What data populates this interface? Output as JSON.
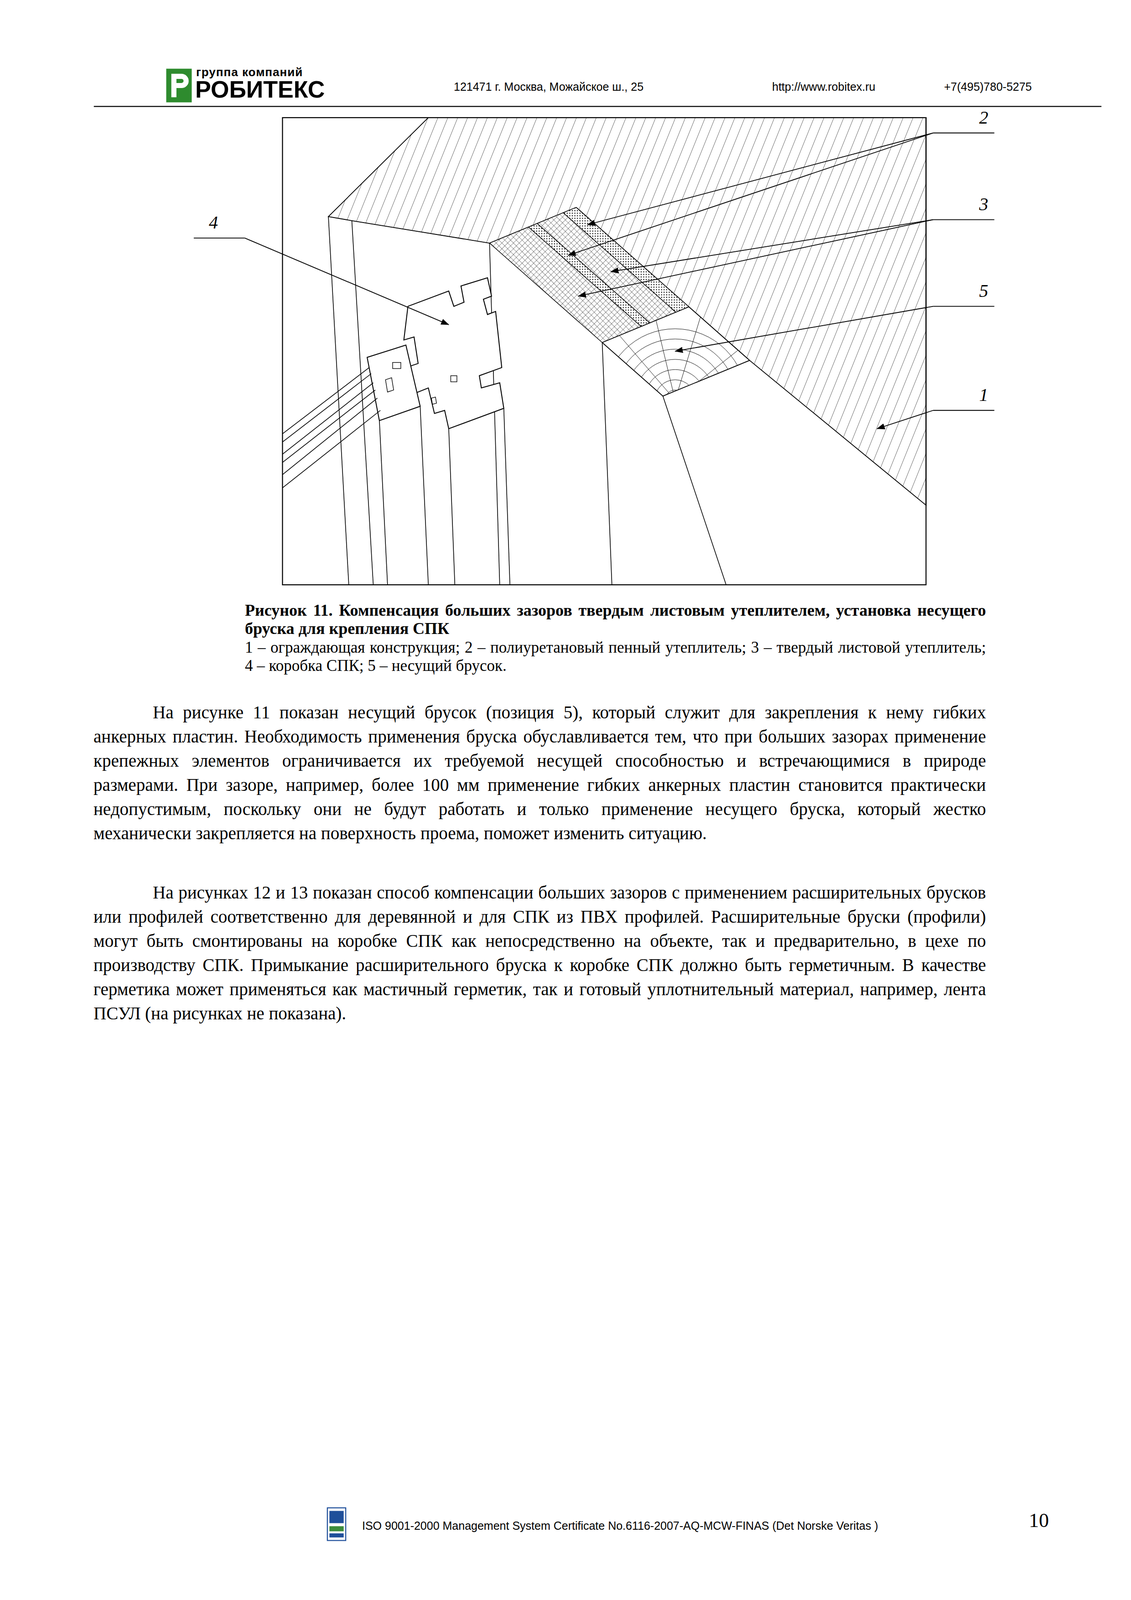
{
  "diagram": {
    "caption": "Рисунок 11. Компенсация больших зазоров твердым листовым утеплителем, установка несущего бруска для крепления СПК",
    "labels": [
      "группа компаний",
      "РОБИТЕКС",
      "121471 г. Москва, Можайское ш., 25",
      "http://www.robitex.ru",
      "+7(495)780-5275",
      "2",
      "4",
      "3",
      "5",
      "1",
      "1 – ограждающая конструкция; 2 – полиуретановый пенный утеплитель; 3 – твердый листовой утеплитель; 4 – коробка СПК; 5 – несущий брусок.",
      "На рисунке 11 показан несущий брусок (позиция 5), который служит для закрепления к нему гибких анкерных пластин. Необходимость применения бруска обуславливается тем, что при больших зазорах применение крепежных элементов ограничивается их требуемой несущей способностью и встречающимися в природе размерами. При зазоре, например, более 100 мм применение гибких анкерных пластин становится практически недопустимым, поскольку они не будут работать и только применение несущего бруска, который жестко механически закрепляется на поверхность проема, поможет изменить ситуацию.",
      "На рисунках 12 и 13 показан способ компенсации больших зазоров с применением расширительных брусков или профилей соответственно для деревянной и для СПК из ПВХ профилей. Расширительные бруски (профили) могут быть смонтированы на коробке СПК как непосредственно на объекте, так и предварительно, в цехе по производству СПК. Примыкание расширительного бруска к коробке СПК должно быть герметичным. В качестве герметика может применяться как мастичный герметик, так и готовый уплотнительный материал, например, лента ПСУЛ (на рисунках не показана).",
      "ISO 9001-2000 Management System Certificate No.6116-2007-AQ-MCW-FINAS (Det Norske Veritas )",
      "10"
    ]
  }
}
